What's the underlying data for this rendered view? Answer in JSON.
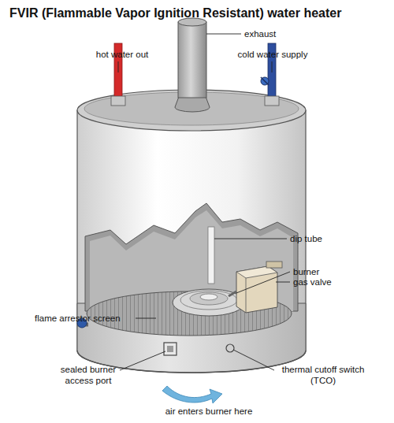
{
  "diagram": {
    "title": "FVIR (Flammable Vapor Ignition Resistant) water heater",
    "labels": [
      "exhaust",
      "hot water out",
      "cold water supply",
      "dip tube",
      "burner",
      "gas valve",
      "flame arrestor screen",
      "sealed burner access port",
      "thermal cutoff switch (TCO)",
      "air enters burner here"
    ]
  }
}
